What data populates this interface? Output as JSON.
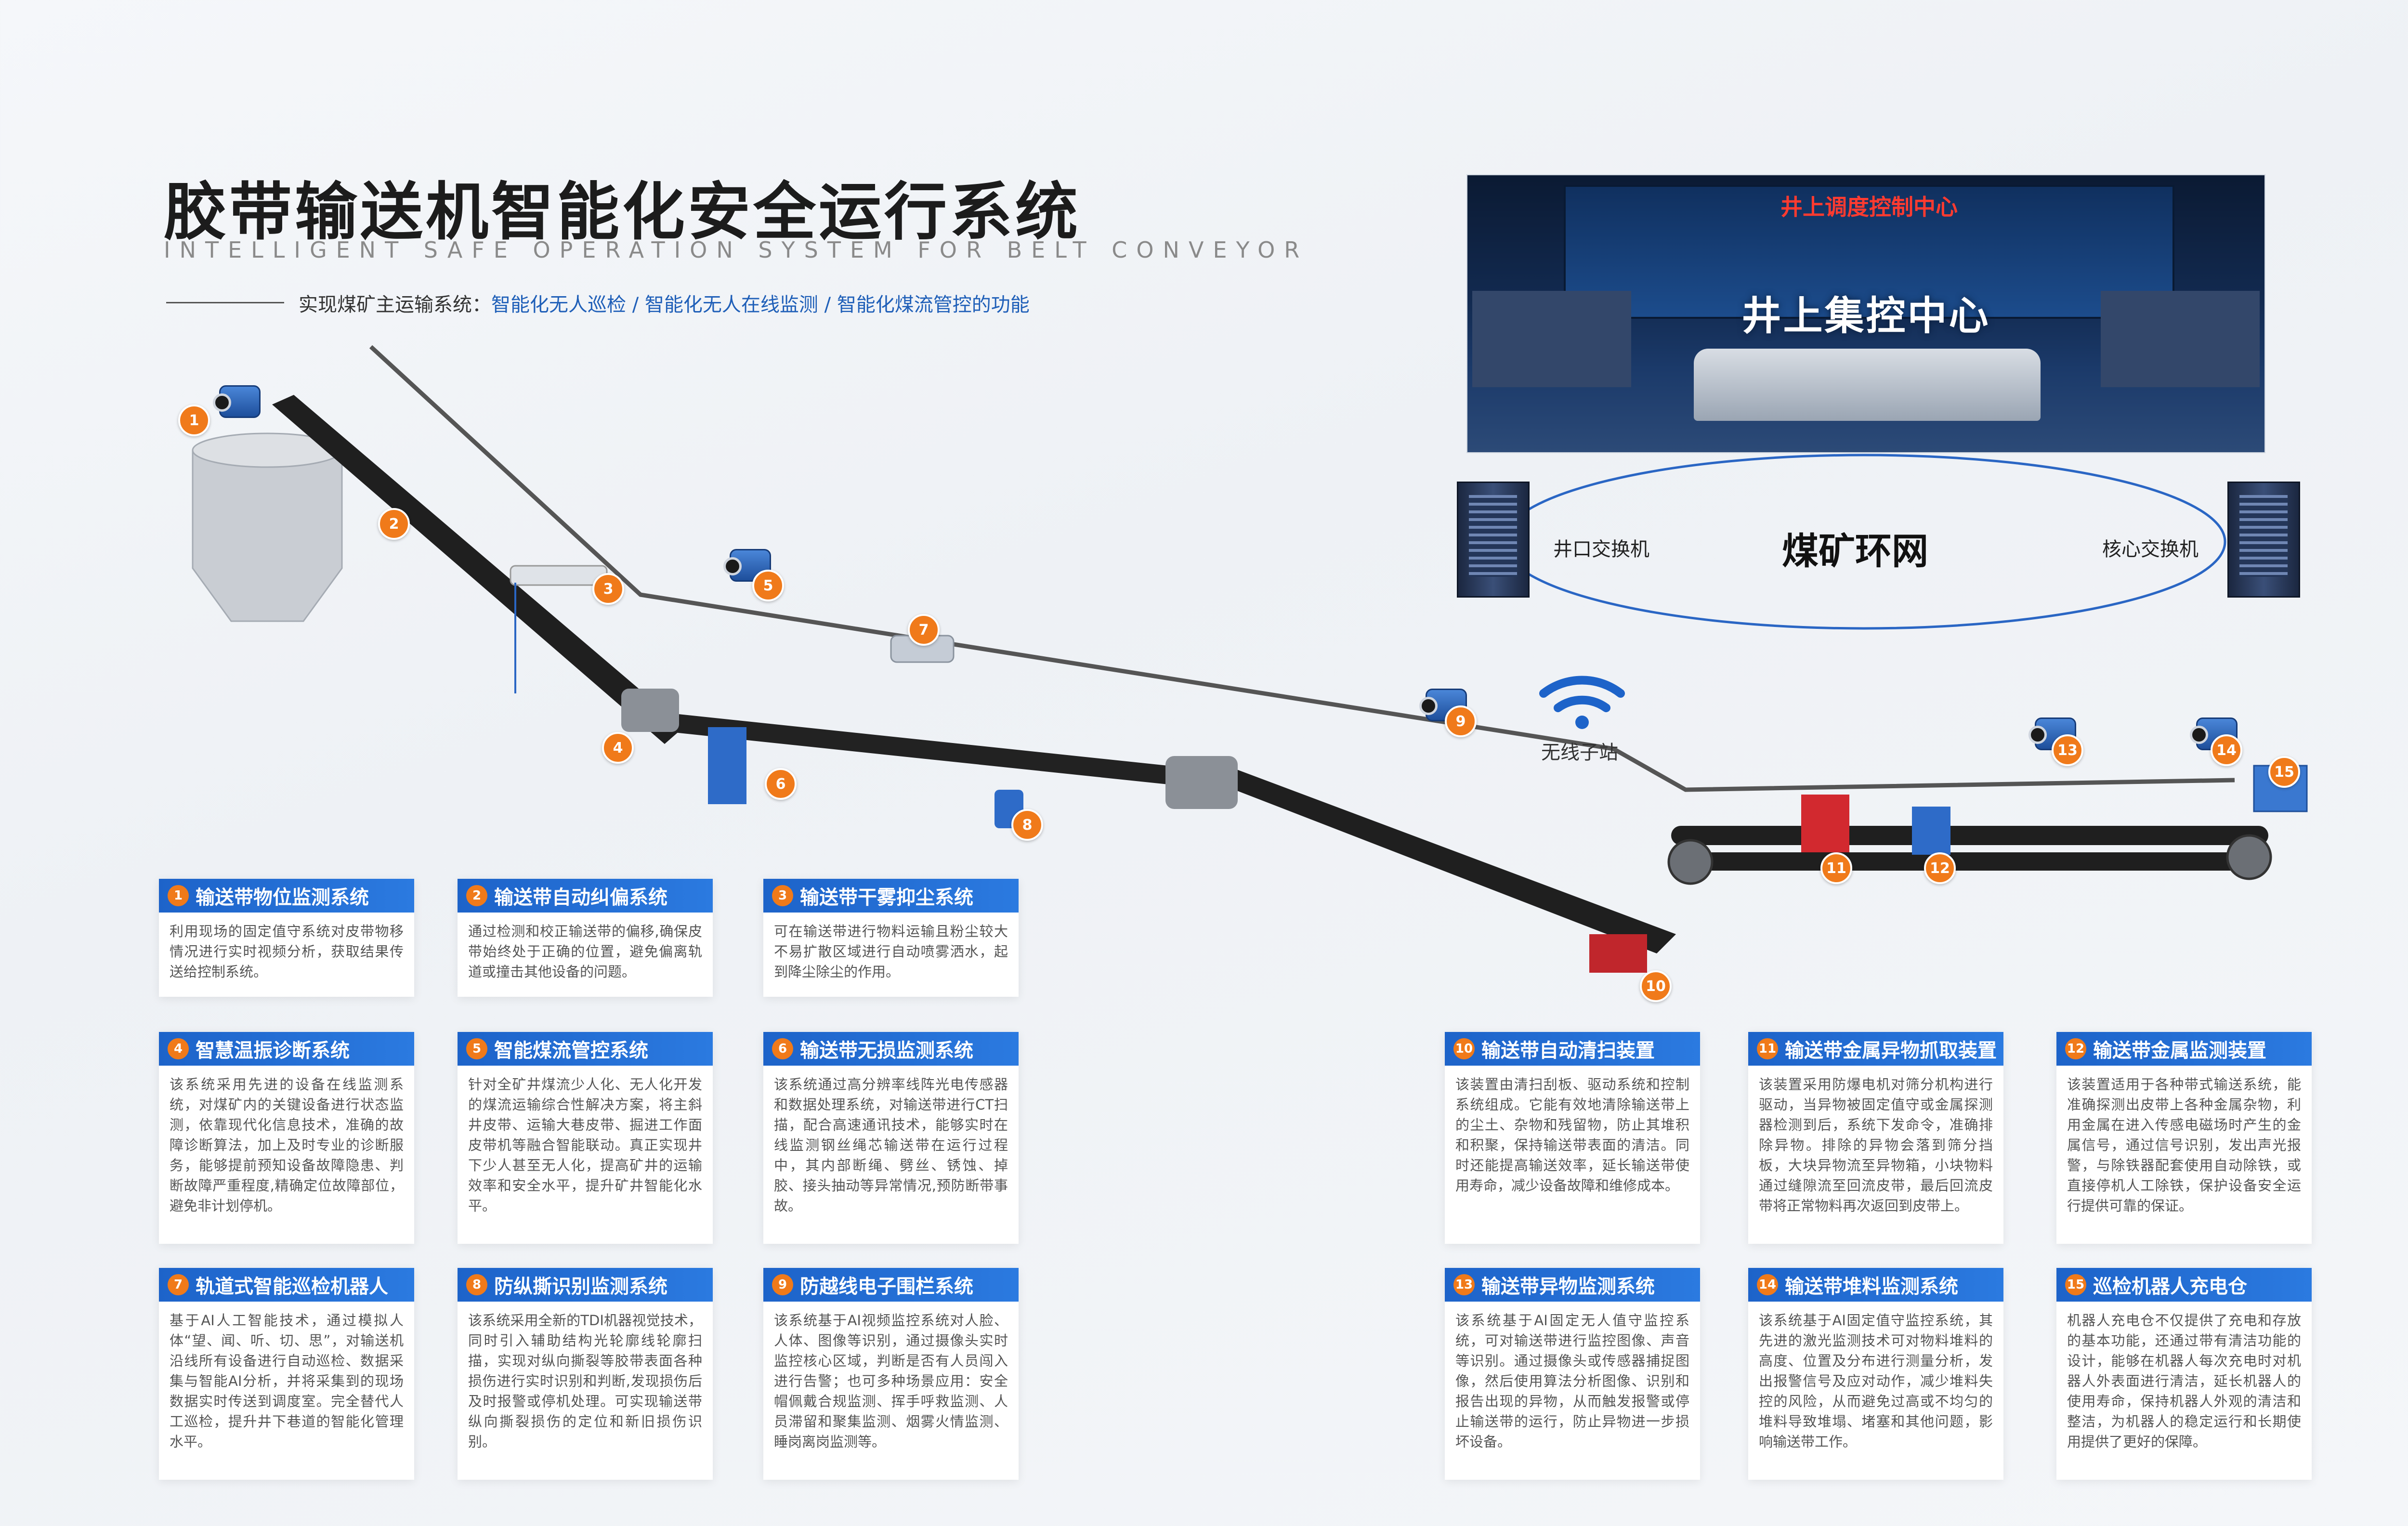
{
  "header": {
    "title": "胶带输送机智能化安全运行系统",
    "title_en": "INTELLIGENT SAFE OPERATION SYSTEM FOR BELT CONVEYOR",
    "subtitle_prefix": "实现煤矿主运输系统：",
    "subtitle_items": [
      "智能化无人巡检",
      " / ",
      "智能化无人在线监测",
      " / ",
      "智能化煤流管控的功能"
    ]
  },
  "control_center": {
    "screen_title": "井上调度控制中心",
    "title": "井上集控中心"
  },
  "network": {
    "title": "煤矿环网",
    "left_switch": "井口交换机",
    "right_switch": "核心交换机",
    "wireless": "无线子站"
  },
  "colors": {
    "accent": "#1d63c9",
    "badge": "#f07a1a"
  },
  "badges": [
    "1",
    "2",
    "3",
    "4",
    "5",
    "6",
    "7",
    "8",
    "9",
    "10",
    "11",
    "12",
    "13",
    "14",
    "15"
  ],
  "cards": [
    {
      "num": "1",
      "title": "输送带物位监测系统",
      "body": "利用现场的固定值守系统对皮带物移情况进行实时视频分析，获取结果传送给控制系统。"
    },
    {
      "num": "2",
      "title": "输送带自动纠偏系统",
      "body": "通过检测和校正输送带的偏移,确保皮带始终处于正确的位置，避免偏离轨道或撞击其他设备的问题。"
    },
    {
      "num": "3",
      "title": "输送带干雾抑尘系统",
      "body": "可在输送带进行物料运输且粉尘较大不易扩散区域进行自动喷雾洒水，起到降尘除尘的作用。"
    },
    {
      "num": "4",
      "title": "智慧温振诊断系统",
      "body": "该系统采用先进的设备在线监测系统，对煤矿内的关键设备进行状态监测，依靠现代化信息技术，准确的故障诊断算法，加上及时专业的诊断服务，能够提前预知设备故障隐患、判断故障严重程度,精确定位故障部位，避免非计划停机。"
    },
    {
      "num": "5",
      "title": "智能煤流管控系统",
      "body": "针对全矿井煤流少人化、无人化开发的煤流运输综合性解决方案，将主斜井皮带、运输大巷皮带、掘进工作面皮带机等融合智能联动。真正实现井下少人甚至无人化，提高矿井的运输效率和安全水平，提升矿井智能化水平。"
    },
    {
      "num": "6",
      "title": "输送带无损监测系统",
      "body": "该系统通过高分辨率线阵光电传感器和数据处理系统，对输送带进行CT扫描，配合高速通讯技术，能够实时在线监测钢丝绳芯输送带在运行过程中，其内部断绳、劈丝、锈蚀、掉胶、接头抽动等异常情况,预防断带事故。"
    },
    {
      "num": "7",
      "title": "轨道式智能巡检机器人",
      "body": "基于AI人工智能技术，通过模拟人体“望、闻、听、切、思”，对输送机沿线所有设备进行自动巡检、数据采集与智能AI分析，并将采集到的现场数据实时传送到调度室。完全替代人工巡检，提升井下巷道的智能化管理水平。"
    },
    {
      "num": "8",
      "title": "防纵撕识别监测系统",
      "body": "该系统采用全新的TDI机器视觉技术，同时引入辅助结构光轮廓线轮廓扫描，实现对纵向撕裂等胶带表面各种损伤进行实时识别和判断,发现损伤后及时报警或停机处理。可实现输送带纵向撕裂损伤的定位和新旧损伤识别。"
    },
    {
      "num": "9",
      "title": "防越线电子围栏系统",
      "body": "该系统基于AI视频监控系统对人脸、人体、图像等识别，通过摄像头实时监控核心区域，判断是否有人员闯入进行告警；也可多种场景应用：安全帽佩戴合规监测、挥手呼救监测、人员滞留和聚集监测、烟雾火情监测、睡岗离岗监测等。"
    },
    {
      "num": "10",
      "title": "输送带自动清扫装置",
      "body": "该装置由清扫刮板、驱动系统和控制系统组成。它能有效地清除输送带上的尘土、杂物和残留物，防止其堆积和积聚，保持输送带表面的清洁。同时还能提高输送效率，延长输送带使用寿命，减少设备故障和维修成本。"
    },
    {
      "num": "11",
      "title": "输送带金属异物抓取装置",
      "body": "该装置采用防爆电机对筛分机构进行驱动，当异物被固定值守或金属探测器检测到后，系统下发命令，准确排除异物。排除的异物会落到筛分挡板，大块异物流至异物箱，小块物料通过缝隙流至回流皮带，最后回流皮带将正常物料再次返回到皮带上。"
    },
    {
      "num": "12",
      "title": "输送带金属监测装置",
      "body": "该装置适用于各种带式输送系统，能准确探测出皮带上各种金属杂物，利用金属在进入传感电磁场时产生的金属信号，通过信号识别，发出声光报警，与除铁器配套使用自动除铁，或直接停机人工除铁，保护设备安全运行提供可靠的保证。"
    },
    {
      "num": "13",
      "title": "输送带异物监测系统",
      "body": "该系统基于AI固定无人值守监控系统，可对输送带进行监控图像、声音等识别。通过摄像头或传感器捕捉图像，然后使用算法分析图像、识别和报告出现的异物，从而触发报警或停止输送带的运行，防止异物进一步损坏设备。"
    },
    {
      "num": "14",
      "title": "输送带堆料监测系统",
      "body": "该系统基于AI固定值守监控系统，其先进的激光监测技术可对物料堆料的高度、位置及分布进行测量分析，发出报警信号及应对动作，减少堆料失控的风险，从而避免过高或不均匀的堆料导致堆塌、堵塞和其他问题，影响输送带工作。"
    },
    {
      "num": "15",
      "title": "巡检机器人充电仓",
      "body": "机器人充电仓不仅提供了充电和存放的基本功能，还通过带有清洁功能的设计，能够在机器人每次充电时对机器人外表面进行清洁，延长机器人的使用寿命，保持机器人外观的清洁和整洁，为机器人的稳定运行和长期使用提供了更好的保障。"
    }
  ]
}
